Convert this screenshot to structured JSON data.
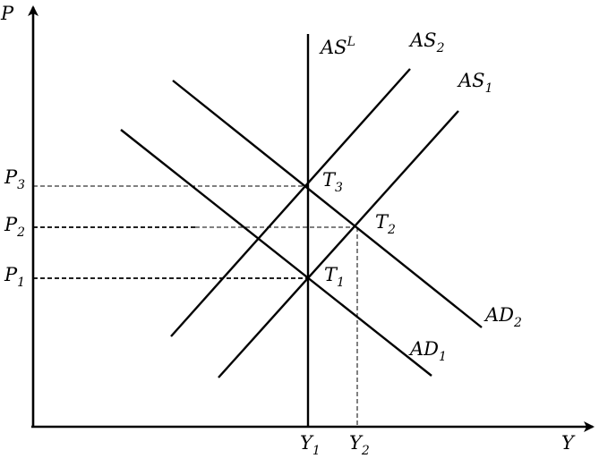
{
  "axes": {
    "y_label": "P",
    "x_label": "Y"
  },
  "price_levels": [
    {
      "base": "P",
      "sub": "3"
    },
    {
      "base": "P",
      "sub": "2"
    },
    {
      "base": "P",
      "sub": "1"
    }
  ],
  "output_levels": [
    {
      "base": "Y",
      "sub": "1"
    },
    {
      "base": "Y",
      "sub": "2"
    }
  ],
  "curves": {
    "as_long_run": {
      "base": "AS",
      "sup": "L"
    },
    "as2": {
      "base": "AS",
      "sub": "2"
    },
    "as1": {
      "base": "AS",
      "sub": "1"
    },
    "ad2": {
      "base": "AD",
      "sub": "2"
    },
    "ad1": {
      "base": "AD",
      "sub": "1"
    }
  },
  "points": [
    {
      "base": "T",
      "sub": "3"
    },
    {
      "base": "T",
      "sub": "2"
    },
    {
      "base": "T",
      "sub": "1"
    }
  ]
}
